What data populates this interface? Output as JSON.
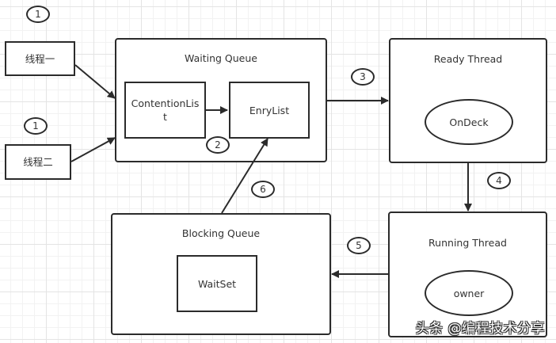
{
  "threads": [
    {
      "label": "线程一",
      "step": "1"
    },
    {
      "label": "线程二",
      "step": "1"
    }
  ],
  "waiting_queue": {
    "title": "Waiting Queue",
    "contention_list": "ContentionList",
    "entry_list": "EnryList",
    "step": "2"
  },
  "ready_thread": {
    "title": "Ready Thread",
    "ondeck": "OnDeck",
    "step_in": "3",
    "step_out": "4"
  },
  "running_thread": {
    "title": "Running Thread",
    "owner": "owner",
    "step_out": "5"
  },
  "blocking_queue": {
    "title": "Blocking Queue",
    "waitset": "WaitSet",
    "step_out": "6"
  },
  "watermark": "头条 @编程技术分享",
  "colors": {
    "stroke": "#2b2b2b",
    "text": "#333333",
    "grid": "#e4e4e4"
  }
}
